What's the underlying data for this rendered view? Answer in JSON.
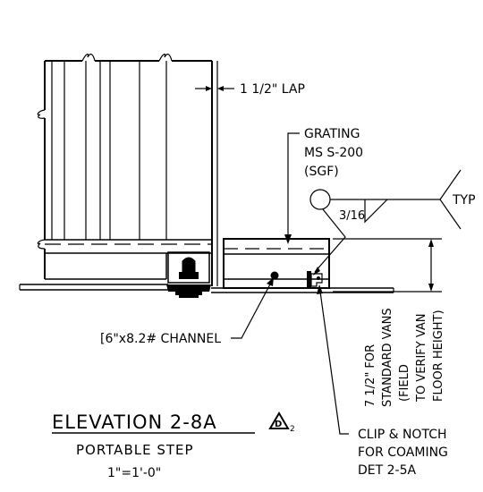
{
  "labels": {
    "lap": "1 1/2\" LAP",
    "grating": [
      "GRATING",
      "MS S-200",
      "(SGF)"
    ],
    "weld_size": "3/16",
    "typ": "TYP",
    "channel": "[6\"x8.2# CHANNEL",
    "height_note": [
      "7 1/2\" FOR",
      "STANDARD VANS",
      "(FIELD",
      "TO VERIFY VAN",
      "FLOOR HEIGHT)"
    ],
    "clip_note": [
      "CLIP & NOTCH",
      "FOR COAMING",
      "DET 2-5A"
    ]
  },
  "title_block": {
    "title": "ELEVATION 2-8A",
    "revision": "D",
    "revision_sub": "2",
    "subtitle": "PORTABLE STEP",
    "scale": "1\"=1'-0\""
  }
}
